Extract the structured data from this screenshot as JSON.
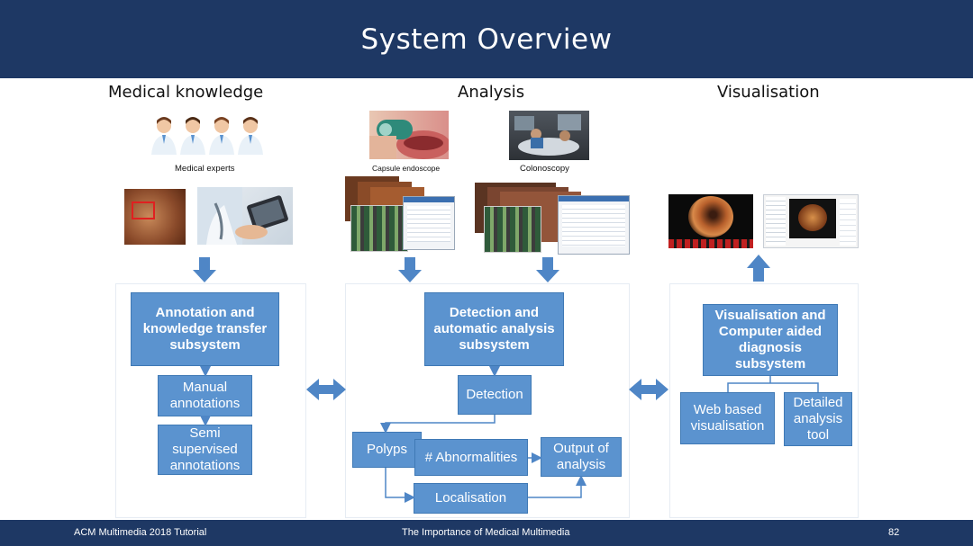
{
  "slide": {
    "title": "System Overview",
    "footer_left": "ACM Multimedia 2018 Tutorial",
    "footer_center": "The Importance of Medical Multimedia",
    "page_number": "82"
  },
  "columns": {
    "medical_knowledge": "Medical knowledge",
    "analysis": "Analysis",
    "visualisation": "Visualisation"
  },
  "captions": {
    "medical_experts": "Medical experts",
    "capsule_endoscope": "Capsule endoscope",
    "colonoscopy": "Colonoscopy"
  },
  "boxes": {
    "annotation_subsystem": "Annotation and knowledge transfer subsystem",
    "manual_annotations": "Manual annotations",
    "semi_supervised": "Semi supervised annotations",
    "detection_subsystem": "Detection and automatic analysis subsystem",
    "detection": "Detection",
    "polyps": "Polyps",
    "abnormalities": "# Abnormalities",
    "output_of_analysis": "Output of analysis",
    "localisation": "Localisation",
    "visualisation_subsystem": "Visualisation and Computer aided diagnosis subsystem",
    "web_based": "Web based visualisation",
    "detailed_tool": "Detailed analysis tool"
  },
  "colors": {
    "header": "#1e3864",
    "box_fill": "#5b93cf",
    "box_border": "#3f79b5",
    "arrow": "#4f86c6"
  }
}
